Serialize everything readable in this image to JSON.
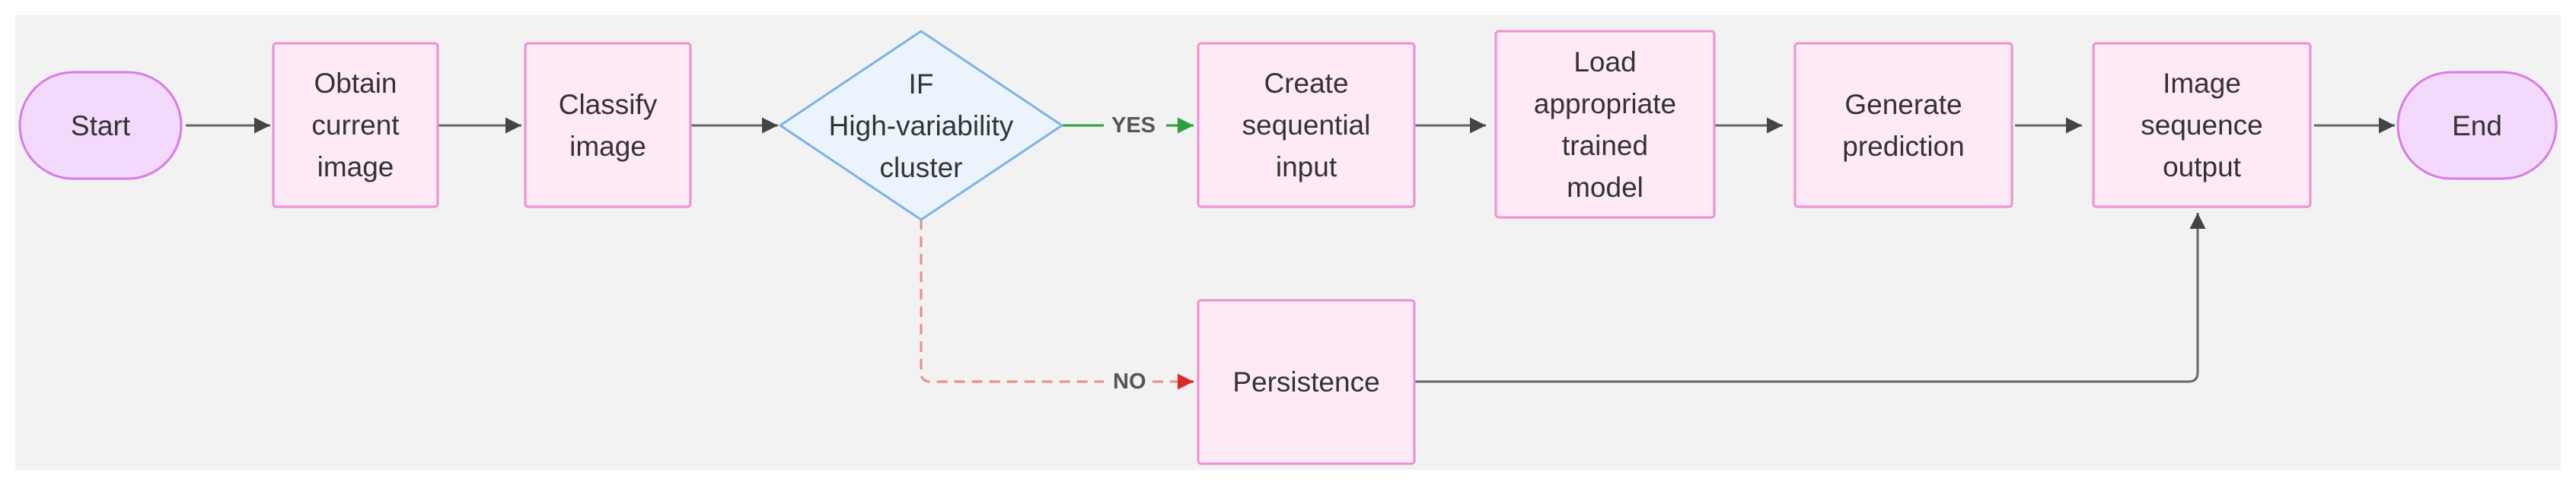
{
  "nodes": {
    "start": "Start",
    "obtain": "Obtain\ncurrent\nimage",
    "classify": "Classify\nimage",
    "decision": "IF\nHigh-variability\ncluster",
    "create": "Create\nsequential\ninput",
    "load": "Load\nappropriate\ntrained\nmodel",
    "generate": "Generate\nprediction",
    "output": "Image\nsequence\noutput",
    "end": "End",
    "persistence": "Persistence"
  },
  "edges": {
    "yes_label": "YES",
    "no_label": "NO"
  },
  "colors": {
    "terminal_fill": "#f3d9fb",
    "terminal_stroke": "#d97be8",
    "process_fill": "#fdeaf6",
    "process_stroke": "#ef8fd3",
    "decision_fill": "#ebf4fd",
    "decision_stroke": "#7ab3ea",
    "yes_arrow": "#2e9e3a",
    "no_arrow": "#e02828",
    "no_line": "#e88c86",
    "connector": "#666666"
  }
}
